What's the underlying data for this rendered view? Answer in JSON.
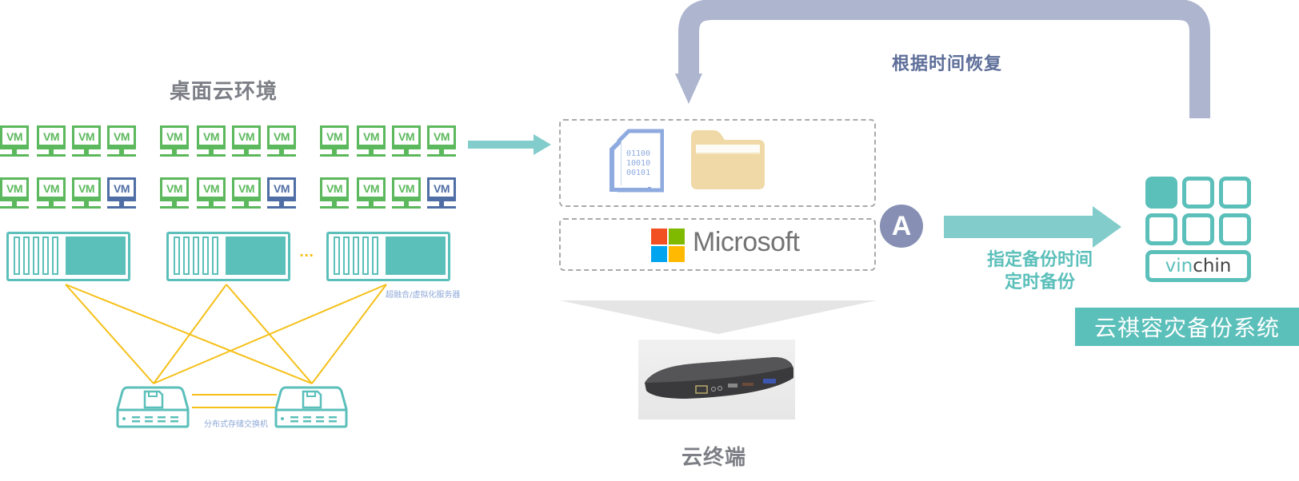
{
  "left_section": {
    "title": "桌面云环境",
    "vm_label": "VM",
    "server_label": "超融合/虚拟化服务器",
    "ellipsis": "···",
    "switch_label": "分布式存储交换机",
    "vm_groups": [
      {
        "row1": [
          "green",
          "green",
          "green",
          "green"
        ],
        "row2": [
          "green",
          "green",
          "green",
          "blue"
        ]
      },
      {
        "row1": [
          "green",
          "green",
          "green",
          "green"
        ],
        "row2": [
          "green",
          "green",
          "green",
          "blue"
        ]
      },
      {
        "row1": [
          "green",
          "green",
          "green",
          "green"
        ],
        "row2": [
          "green",
          "green",
          "green",
          "blue"
        ]
      }
    ]
  },
  "center_section": {
    "binary_lines": [
      "01100",
      "10010",
      "00101"
    ],
    "microsoft_label": "Microsoft",
    "badge_letter": "A",
    "terminal_label": "云终端"
  },
  "restore_loop": {
    "label": "根据时间恢复"
  },
  "backup_arrow": {
    "line1": "指定备份时间",
    "line2": "定时备份"
  },
  "right_section": {
    "logo_text_light": "vin",
    "logo_text_dark": "chin",
    "system_name": "云祺容灾备份系统"
  },
  "colors": {
    "teal": "#5bbfba",
    "arrow_teal": "#82cdcb",
    "vm_green": "#5cb85c",
    "vm_blue": "#4f6ea6",
    "loop_arrow": "#adb5cf",
    "restore_text": "#5d6e99",
    "badge": "#8790b4",
    "wire_yellow": "#f5c018",
    "folder": "#f0d9a6",
    "doc_blue": "#8eaadf"
  }
}
